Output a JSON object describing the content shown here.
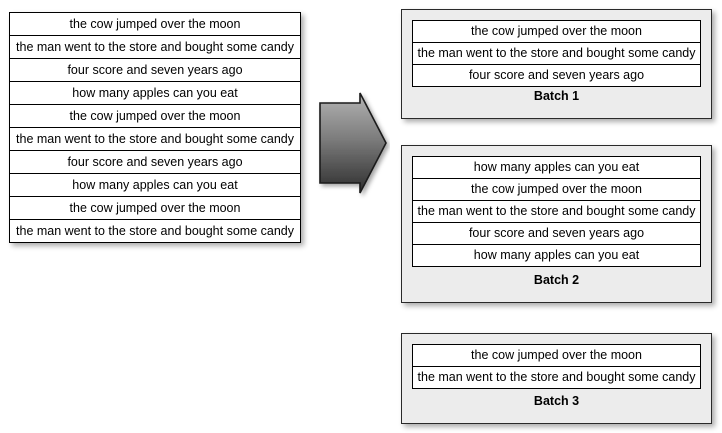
{
  "sentences": {
    "cow": "the cow jumped over the moon",
    "man": "the man went to the store and bought some candy",
    "four": "four score and seven years ago",
    "apples": "how many apples can you eat"
  },
  "input_list": {
    "name": "input-sentence-list",
    "rows": [
      "the cow jumped over the moon",
      "the man went to the store and bought some candy",
      "four score and seven years ago",
      "how many apples can you eat",
      "the cow jumped over the moon",
      "the man went to the store and bought some candy",
      "four score and seven years ago",
      "how many apples can you eat",
      "the cow jumped over the moon",
      "the man went to the store and bought some candy"
    ]
  },
  "arrow": {
    "icon": "right-block-arrow-icon",
    "gradient_top": "#b0b0b0",
    "gradient_bottom": "#303030",
    "outline": "#1a1a1a"
  },
  "batches": [
    {
      "label": "Batch 1",
      "rows": [
        "the cow jumped over the moon",
        "the man went to the store and bought some candy",
        "four score and seven years ago"
      ]
    },
    {
      "label": "Batch 2",
      "rows": [
        "how many apples can you eat",
        "the cow jumped over the moon",
        "the man went to the store and bought some candy",
        "four score and seven years ago",
        "how many apples can you eat"
      ]
    },
    {
      "label": "Batch 3",
      "rows": [
        "the cow jumped over the moon",
        "the man went to the store and bought some candy"
      ]
    }
  ],
  "colors": {
    "panel_background": "#ececec",
    "panel_border": "#2a2a2a",
    "row_border": "#000000",
    "row_background": "#ffffff",
    "text": "#000000",
    "page_background": "#ffffff"
  }
}
